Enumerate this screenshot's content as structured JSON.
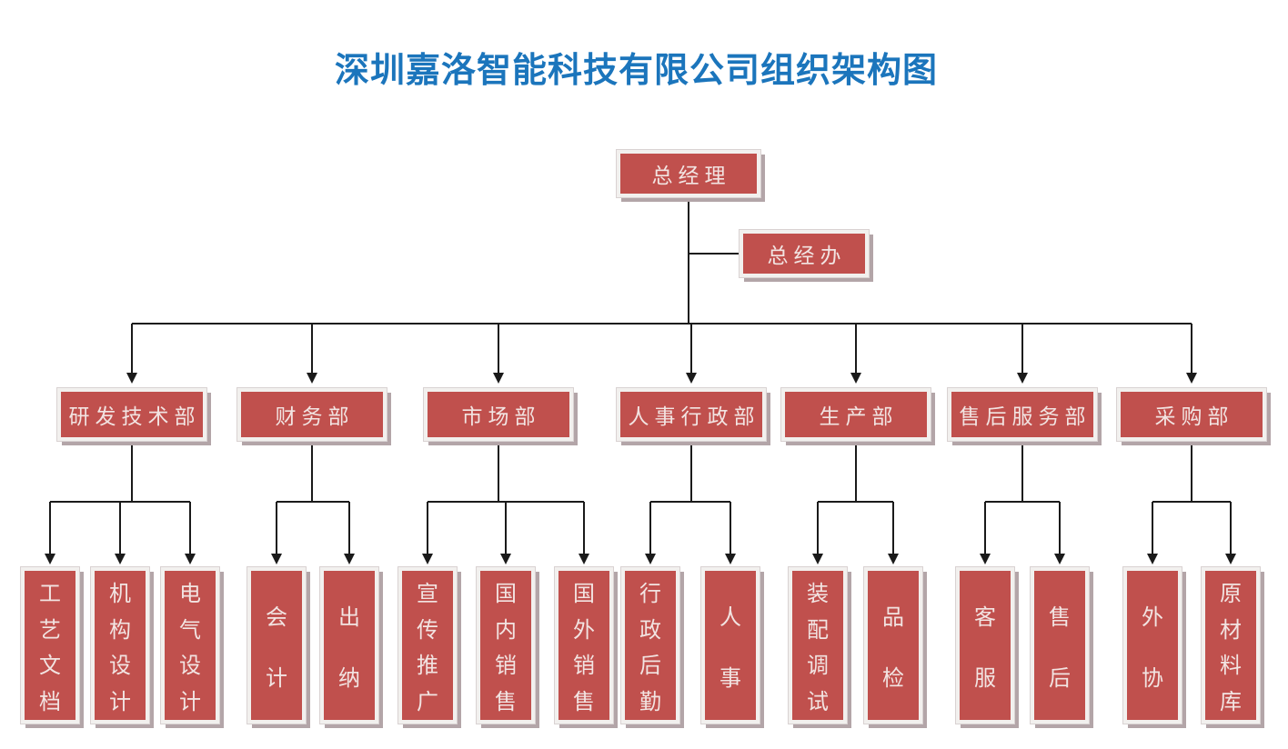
{
  "title": "深圳嘉洛智能科技有限公司组织架构图",
  "colors": {
    "title": "#1B75BC",
    "box_fill": "#C0504D",
    "box_border": "#F2F0EE",
    "box_shadow": "#B3A5A8",
    "box_text": "#F2E4E2",
    "line": "#1A1A1A"
  },
  "org": {
    "root": {
      "label": "总经理"
    },
    "staff": {
      "label": "总经办"
    },
    "departments": [
      {
        "label": "研发技术部",
        "children": [
          "工艺文档",
          "机构设计",
          "电气设计"
        ]
      },
      {
        "label": "财务部",
        "children": [
          "会计",
          "出纳"
        ]
      },
      {
        "label": "市场部",
        "children": [
          "宣传推广",
          "国内销售",
          "国外销售"
        ]
      },
      {
        "label": "人事行政部",
        "children": [
          "行政后勤",
          "人事"
        ]
      },
      {
        "label": "生产部",
        "children": [
          "装配调试",
          "品检"
        ]
      },
      {
        "label": "售后服务部",
        "children": [
          "客服",
          "售后"
        ]
      },
      {
        "label": "采购部",
        "children": [
          "外协",
          "原材料库"
        ]
      }
    ]
  }
}
